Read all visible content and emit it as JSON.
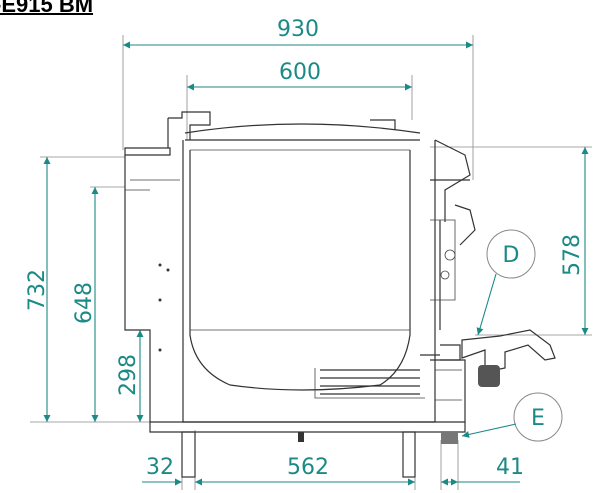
{
  "title": "-E915 BM",
  "colors": {
    "dimension": "#1b8a86",
    "outline": "#333333"
  },
  "dimensions": {
    "width_total": "930",
    "width_inner": "600",
    "height_total": "732",
    "height_body": "648",
    "height_low": "298",
    "height_right": "578",
    "bottom_left": "32",
    "bottom_mid": "562",
    "bottom_right": "41"
  },
  "callouts": {
    "d": "D",
    "e": "E"
  }
}
